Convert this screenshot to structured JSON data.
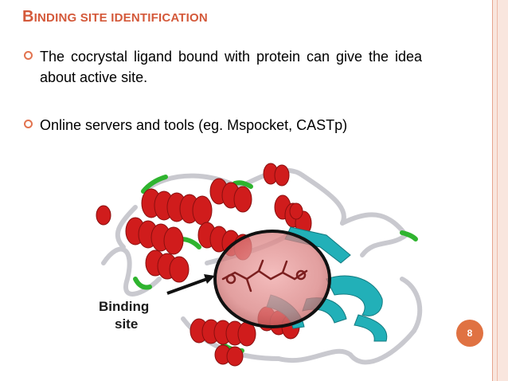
{
  "slide": {
    "title_first": "B",
    "title_rest": "inding site identification",
    "bullets": [
      "The cocrystal ligand bound with protein can give the idea about active site.",
      "Online servers and tools (eg. Mspocket, CASTp)"
    ],
    "figure_label_line1": "Binding",
    "figure_label_line2": "site",
    "page_number": "8"
  },
  "colors": {
    "title": "#d4593a",
    "bullet_marker": "#e2734f",
    "page_badge": "#e07242",
    "helix": "#d01c1c",
    "sheet": "#22b0b8",
    "coil": "#c9c9cf",
    "turn": "#2fb42f"
  },
  "icons": {
    "bullet": "ring-bullet-icon"
  }
}
